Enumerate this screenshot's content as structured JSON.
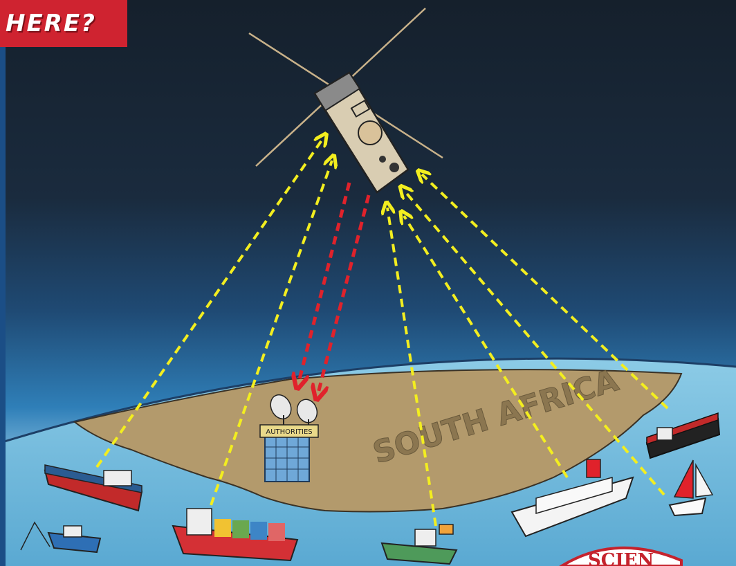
{
  "badge": {
    "text": "HERE?"
  },
  "illustration": {
    "country_label": "SOUTH AFRICA",
    "building_sign": "AUTHORITIES",
    "corner_stamp": "SCIEN"
  },
  "colors": {
    "sky_top": "#172330",
    "sky_bottom": "#2f7fb8",
    "ocean": "#6cb7da",
    "land": "#b39a6c",
    "uplink_arrows": "#f3ee1f",
    "downlink_arrows": "#e0222b",
    "badge": "#cf2330"
  }
}
